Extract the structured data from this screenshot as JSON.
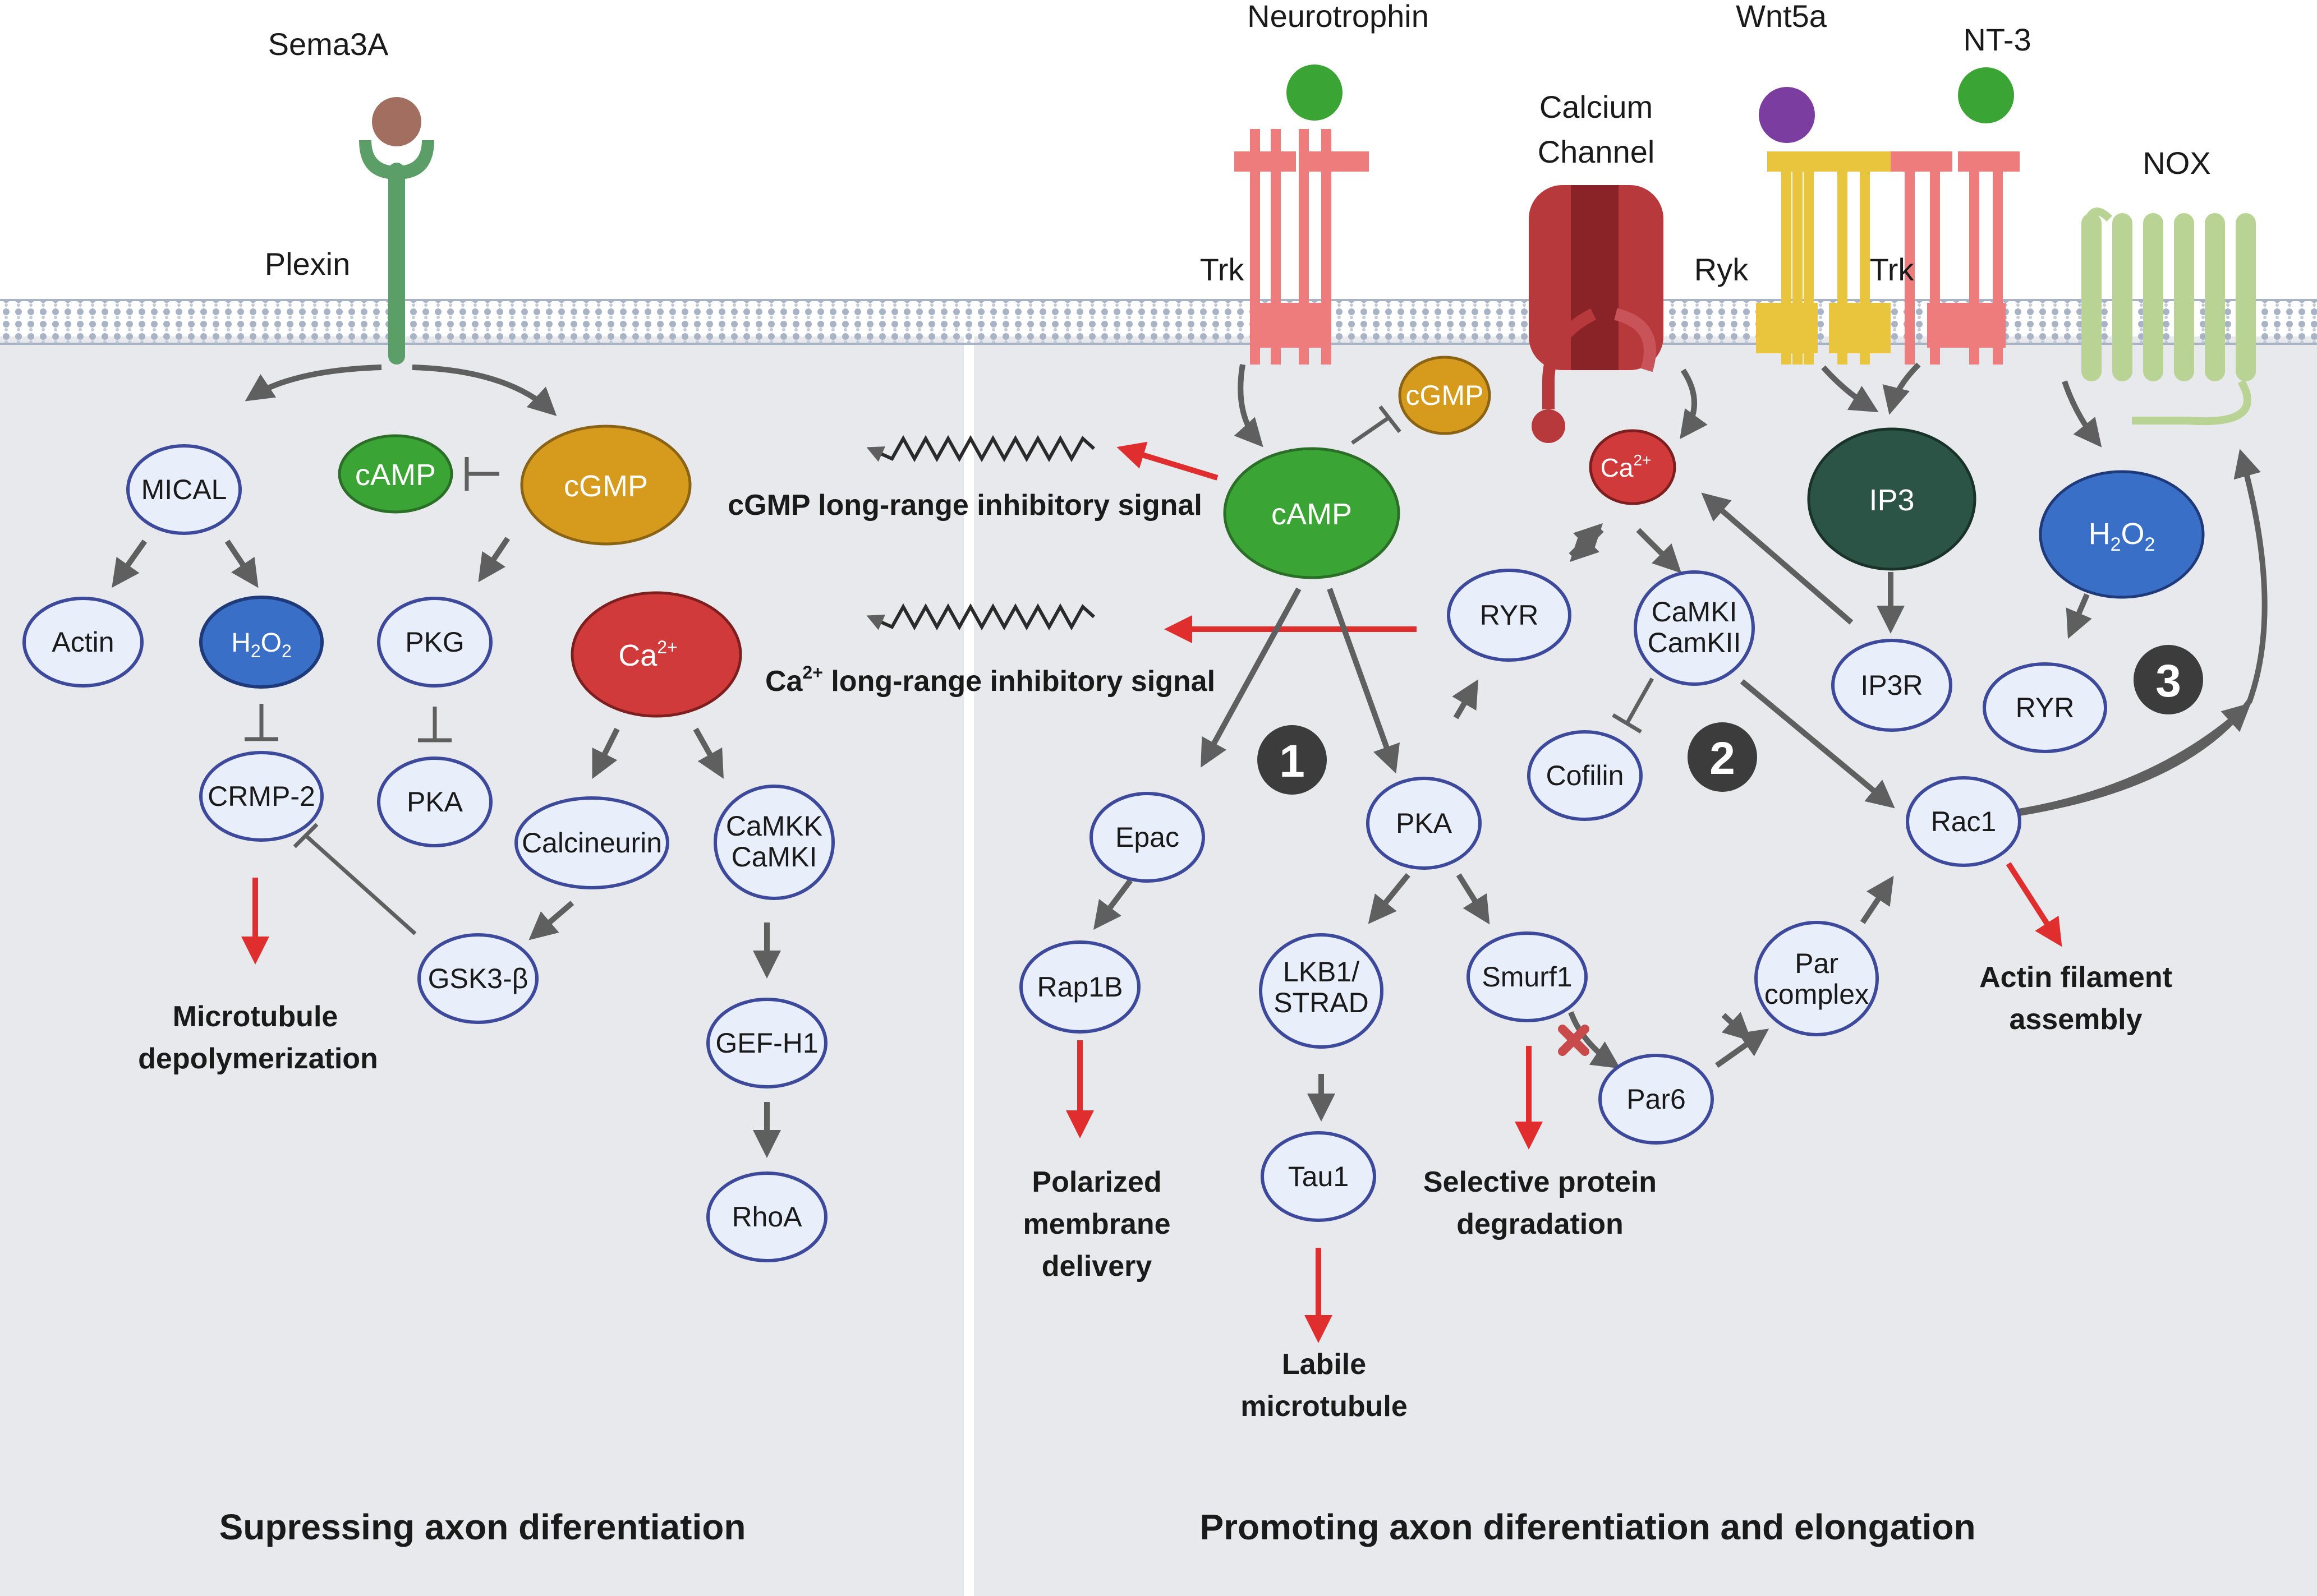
{
  "receptors": {
    "sema3a": "Sema3A",
    "plexin": "Plexin",
    "neurotrophin": "Neurotrophin",
    "trk1": "Trk",
    "calcium_channel_line1": "Calcium",
    "calcium_channel_line2": "Channel",
    "wnt5a": "Wnt5a",
    "ryk": "Ryk",
    "nt3": "NT-3",
    "trk2": "Trk",
    "nox": "NOX"
  },
  "left_panel": {
    "mical": "MICAL",
    "camp": "cAMP",
    "cgmp": "cGMP",
    "actin": "Actin",
    "h2o2_main": "H",
    "h2o2_sub1": "2",
    "h2o2_mid": "O",
    "h2o2_sub2": "2",
    "pkg": "PKG",
    "ca_main": "Ca",
    "ca_sup": "2+",
    "crmp2": "CRMP-2",
    "pka": "PKA",
    "calcineurin": "Calcineurin",
    "camkk_line1": "CaMKK",
    "camkk_line2": "CaMKI",
    "gsk3b": "GSK3-β",
    "gefh1": "GEF-H1",
    "rhoa": "RhoA",
    "outcome_line1": "Microtubule",
    "outcome_line2": "depolymerization",
    "footer": "Supressing axon diferentiation"
  },
  "signals": {
    "cgmp_signal": "cGMP long-range inhibitory signal",
    "ca_signal_main": "Ca",
    "ca_signal_sup": "2+",
    "ca_signal_rest": " long-range inhibitory signal"
  },
  "right_panel": {
    "cgmp_small": "cGMP",
    "camp": "cAMP",
    "ca_main": "Ca",
    "ca_sup": "2+",
    "ip3": "IP3",
    "h2o2_main": "H",
    "h2o2_sub1": "2",
    "h2o2_mid": "O",
    "h2o2_sub2": "2",
    "ryr1": "RYR",
    "camki_line1": "CaMKI",
    "camki_line2": "CamKII",
    "ip3r": "IP3R",
    "ryr2": "RYR",
    "badge1": "1",
    "badge2": "2",
    "badge3": "3",
    "cofilin": "Cofilin",
    "epac": "Epac",
    "pka": "PKA",
    "rac1": "Rac1",
    "rap1b": "Rap1B",
    "lkb1_line1": "LKB1/",
    "lkb1_line2": "STRAD",
    "smurf1": "Smurf1",
    "par_complex_line1": "Par",
    "par_complex_line2": "complex",
    "par6": "Par6",
    "tau1": "Tau1",
    "out_polarized_1": "Polarized",
    "out_polarized_2": "membrane",
    "out_polarized_3": "delivery",
    "out_labile_1": "Labile",
    "out_labile_2": "microtubule",
    "out_selective_1": "Selective protein",
    "out_selective_2": "degradation",
    "out_actin_1": "Actin filament",
    "out_actin_2": "assembly",
    "footer": "Promoting axon diferentiation and elongation"
  },
  "colors": {
    "membrane_bg": "#e8e9ec",
    "node_fill": "#e8eefa",
    "node_stroke": "#3d4a9c",
    "camp_green": "#3aa535",
    "cgmp_gold": "#d69a1c",
    "ca_red": "#d03a3a",
    "ip3_dark": "#2b5446",
    "h2o2_blue": "#3a6fc7",
    "receptor_red": "#ee7c7c",
    "ryk_yellow": "#e9c43d",
    "plexin_green": "#5c9e68",
    "nox_green": "#b8d394",
    "arrow_gray": "#5f5f5f",
    "arrow_red": "#e02d2d",
    "badge_dark": "#3c3c3c"
  }
}
